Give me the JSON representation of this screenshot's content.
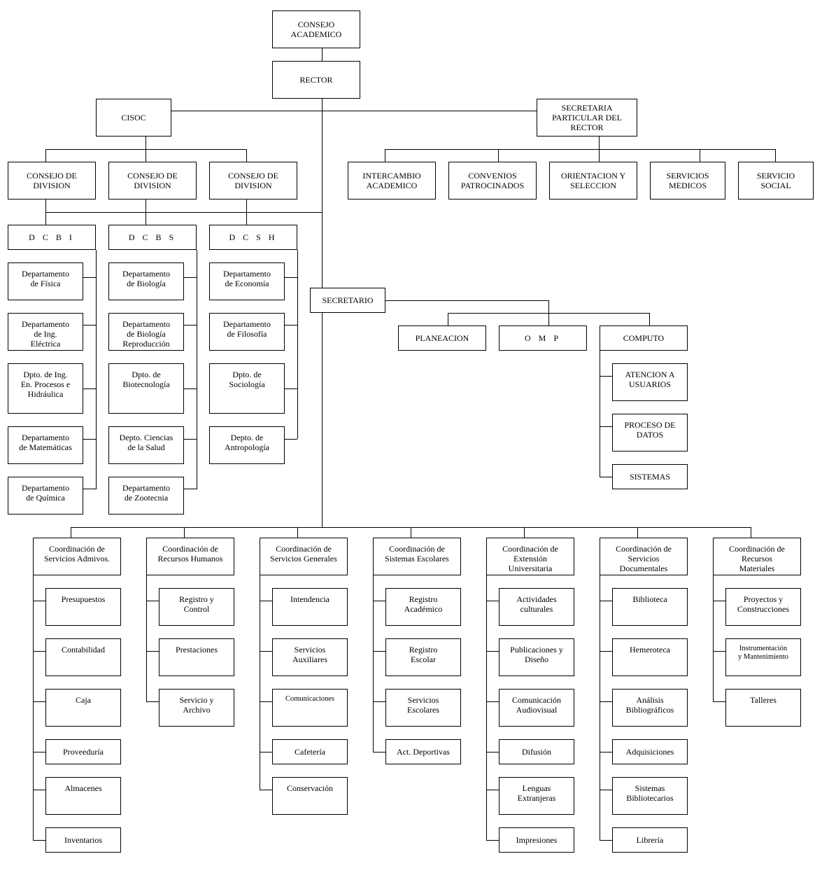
{
  "boxes": {
    "consejo_academico": "CONSEJO\nACADEMICO",
    "rector": "RECTOR",
    "cisoc": "CISOC",
    "secretaria_particular": "SECRETARIA\nPARTICULAR DEL\nRECTOR",
    "consejo_division_1": "CONSEJO DE\nDIVISION",
    "consejo_division_2": "CONSEJO DE\nDIVISION",
    "consejo_division_3": "CONSEJO DE\nDIVISION",
    "intercambio": "INTERCAMBIO\nACADEMICO",
    "convenios": "CONVENIOS\nPATROCINADOS",
    "orientacion": "ORIENTACION Y\nSELECCION",
    "servicios_medicos": "SERVICIOS\nMEDICOS",
    "servicio_social": "SERVICIO\nSOCIAL",
    "dcbi": "D C B I",
    "dcbs": "D C B S",
    "dcsh": "D C S H",
    "dep_fisica": "Departamento\nde Física",
    "dep_ing_electrica": "Departamento\nde Ing.\nEléctrica",
    "dpto_ing_procesos": "Dpto. de Ing.\nEn. Procesos e\nHidráulica",
    "dep_matematicas": "Departamento\nde Matemáticas",
    "dep_quimica": "Departamento\nde Química",
    "dep_biologia": "Departamento\nde Biología",
    "dep_biologia_reproduccion": "Departamento\nde Biología\nReproducción",
    "dpto_biotecnologia": "Dpto. de\nBiotecnología",
    "depto_ciencias_salud": "Depto. Ciencias\nde la Salud",
    "dep_zootecnia": "Departamento\nde Zootecnia",
    "dep_economia": "Departamento\nde Economía",
    "dep_filosofia": "Departamento\nde Filosofía",
    "dpto_sociologia": "Dpto. de\nSociología",
    "depto_antropologia": "Depto. de\nAntropología",
    "secretario": "SECRETARIO",
    "planeacion": "PLANEACION",
    "omp": "O M P",
    "computo": "COMPUTO",
    "atencion_usuarios": "ATENCION A\nUSUARIOS",
    "proceso_datos": "PROCESO DE\nDATOS",
    "sistemas": "SISTEMAS",
    "coord_serv_admivos": "Coordinación de\nServicios Admivos.",
    "coord_rrhh": "Coordinación de\nRecursos Humanos",
    "coord_serv_generales": "Coordinación de\nServicios Generales",
    "coord_sist_escolares": "Coordinación de\nSistemas Escolares",
    "coord_extension": "Coordinación de\nExtensión\nUniversitaria",
    "coord_serv_documentales": "Coordinación de\nServicios\nDocumentales",
    "coord_recursos_materiales": "Coordinación de\nRecursos\nMateriales",
    "presupuestos": "Presupuestos",
    "contabilidad": "Contabilidad",
    "caja": "Caja",
    "proveeduria": "Proveeduría",
    "almacenes": "Almacenes",
    "inventarios": "Inventarios",
    "registro_control": "Registro y\nControl",
    "prestaciones": "Prestaciones",
    "servicio_archivo": "Servicio y\nArchivo",
    "intendencia": "Intendencia",
    "servicios_auxiliares": "Servicios\nAuxiliares",
    "comunicaciones": "Comunicaciones",
    "cafeteria": "Cafetería",
    "conservacion": "Conservación",
    "registro_academico": "Registro\nAcadémico",
    "registro_escolar": "Registro\nEscolar",
    "servicios_escolares": "Servicios\nEscolares",
    "act_deportivas": "Act. Deportivas",
    "actividades_culturales": "Actividades\nculturales",
    "publicaciones_diseno": "Publicaciones y\nDiseño",
    "comunicacion_audiovisual": "Comunicación\nAudiovisual",
    "difusion": "Difusión",
    "lenguas_extranjeras": "Lenguas\nExtranjeras",
    "impresiones": "Impresiones",
    "biblioteca": "Biblioteca",
    "hemeroteca": "Hemeroteca",
    "analisis_bibliograficos": "Análisis\nBibliográficos",
    "adquisiciones": "Adquisiciones",
    "sistemas_bibliotecarios": "Sistemas\nBibliotecarios",
    "libreria": "Librería",
    "proyectos_construcciones": "Proyectos y\nConstrucciones",
    "instrumentacion": "Instrumentación\ny Mantenimiento",
    "talleres": "Talleres"
  }
}
